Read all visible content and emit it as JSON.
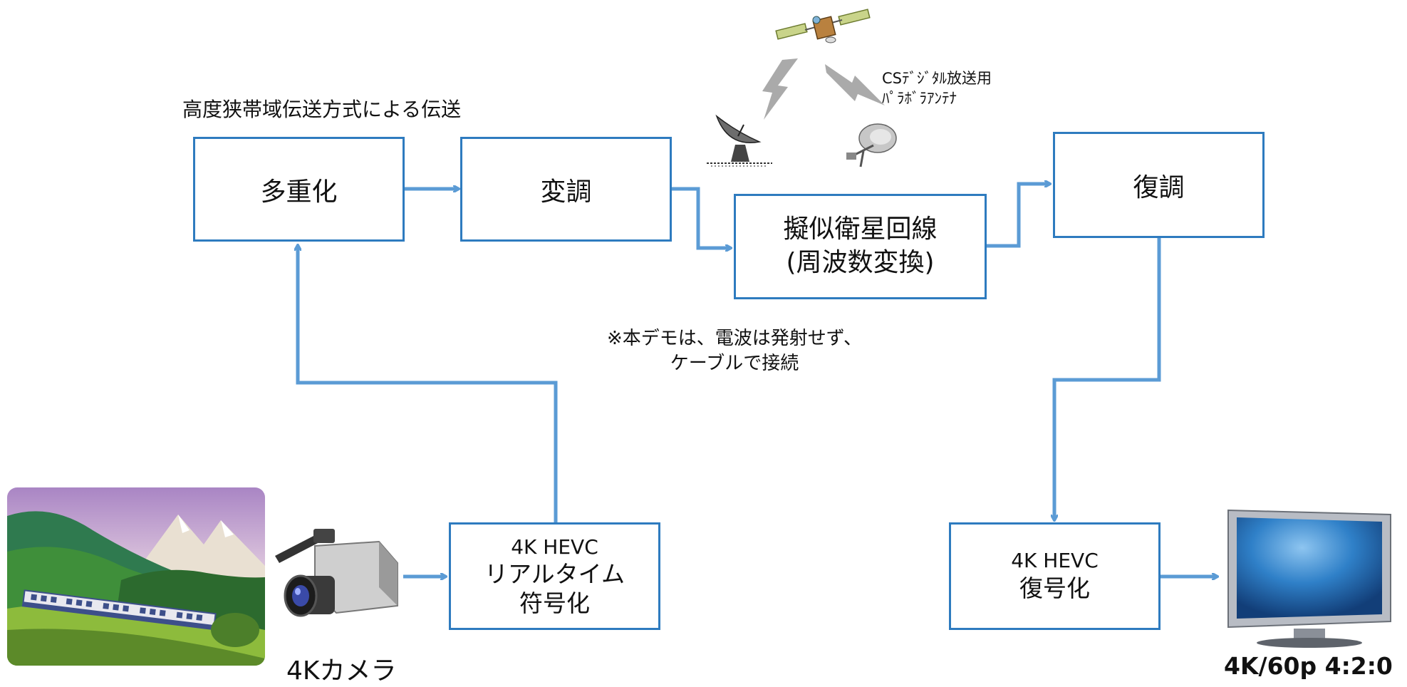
{
  "title": "高度狭帯域伝送方式による伝送",
  "boxes": {
    "multiplex": "多重化",
    "modulation": "変調",
    "sat_line_1": "擬似衛星回線",
    "sat_line_2": "(周波数変換)",
    "demodulation": "復調",
    "encoder_1": "4K HEVC",
    "encoder_2": "リアルタイム",
    "encoder_3": "符号化",
    "decoder_1": "4K HEVC",
    "decoder_2": "復号化"
  },
  "notes": {
    "demo_1": "※本デモは、電波は発射せず、",
    "demo_2": "ケーブルで接続",
    "antenna_1": "CSﾃﾞｼﾞﾀﾙ放送用",
    "antenna_2": "ﾊﾟﾗﾎﾞﾗｱﾝﾃﾅ",
    "camera": "4Kカメラ",
    "format": "4K/60p 4:2:0"
  },
  "colors": {
    "accent": "#2e7bbf",
    "arrow": "#5b9bd5"
  }
}
